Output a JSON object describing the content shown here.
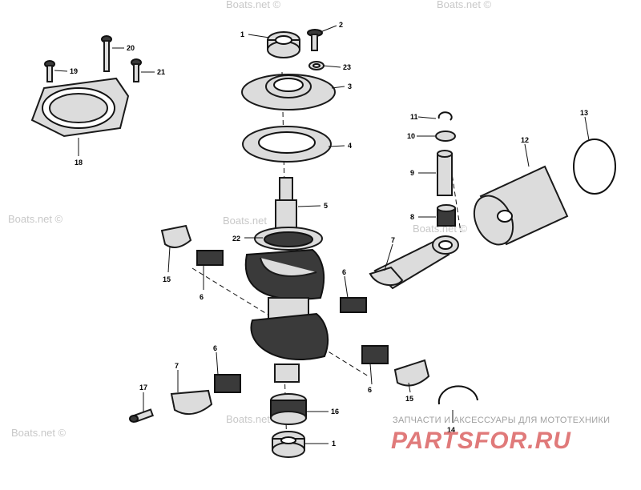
{
  "watermark": "Boats.net ©",
  "watermark_plain": "Boats.net",
  "banner": {
    "subtitle": "ЗАПЧАСТИ И АКСЕССУАРЫ ДЛЯ МОТОТЕХНИКИ",
    "logo": "PARTSFOR.RU"
  },
  "callouts": [
    "1",
    "2",
    "23",
    "3",
    "4",
    "5",
    "22",
    "20",
    "19",
    "21",
    "18",
    "11",
    "10",
    "9",
    "8",
    "12",
    "13",
    "7",
    "6",
    "15",
    "6",
    "6",
    "15",
    "7",
    "6",
    "17",
    "16",
    "14",
    "1"
  ],
  "colors": {
    "ink": "#1a1a1a",
    "watermark": "#c8c8c8",
    "logo": "#e07a7a"
  }
}
